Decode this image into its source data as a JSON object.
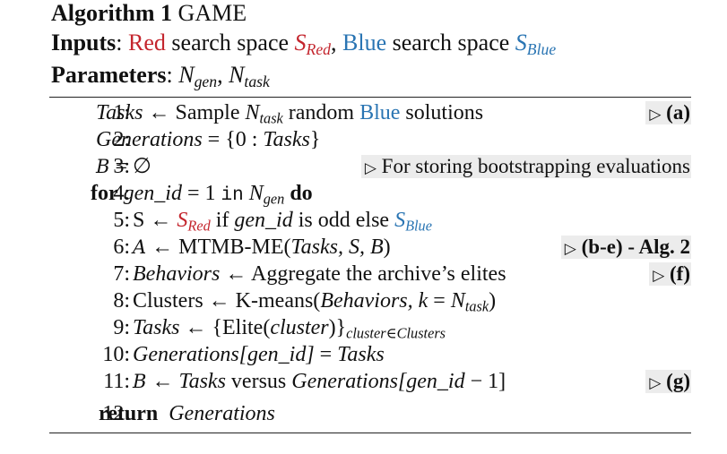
{
  "algorithm": {
    "label": "Algorithm 1",
    "name": "GAME"
  },
  "inputs": {
    "label": "Inputs",
    "red": "Red",
    "search_space": "search space",
    "s": "S",
    "red_sub": "Red",
    "blue": "Blue",
    "search_space2": "search space",
    "s2": "S",
    "blue_sub": "Blue"
  },
  "parameters": {
    "label": "Parameters",
    "n1": "N",
    "n1_sub": "gen",
    "n2": "N",
    "n2_sub": "task"
  },
  "lines": {
    "l1": {
      "num": "1:",
      "tasks": "Tasks",
      "arrow": "←",
      "sample": "Sample",
      "n": "N",
      "n_sub": "task",
      "random": "random",
      "blue": "Blue",
      "solutions": "solutions",
      "comment": "(a)"
    },
    "l2": {
      "num": "2:",
      "gens": "Generations",
      "eq": "= {0 :",
      "tasks": "Tasks",
      "close": "}"
    },
    "l3": {
      "num": "3:",
      "b": "B",
      "eq": "= ∅",
      "comment": "For storing bootstrapping evaluations"
    },
    "l4": {
      "num": "4:",
      "for": "for",
      "gen_id": "gen_id",
      "eq": "= 1",
      "in": "in",
      "n": "N",
      "n_sub": "gen",
      "do": "do"
    },
    "l5": {
      "num": "5:",
      "s": "S",
      "arrow": "←",
      "sred": "S",
      "sred_sub": "Red",
      "if": "if",
      "gen_id": "gen_id",
      "odd": "is odd else",
      "sblue": "S",
      "sblue_sub": "Blue"
    },
    "l6": {
      "num": "6:",
      "a": "A",
      "arrow": "←",
      "fn": "MTMB-ME(",
      "args": "Tasks, S, B",
      "close": ")",
      "comment": "(b-e) - Alg. 2"
    },
    "l7": {
      "num": "7:",
      "behaviors": "Behaviors",
      "arrow": "←",
      "text": "Aggregate the archive’s elites",
      "comment": "(f)"
    },
    "l8": {
      "num": "8:",
      "clusters": "Clusters",
      "arrow": "←",
      "fn": "K-means(",
      "behaviors": "Behaviors, k",
      "eq": "=",
      "n": "N",
      "n_sub": "task",
      "close": ")"
    },
    "l9": {
      "num": "9:",
      "tasks": "Tasks",
      "arrow": "←",
      "open": "{Elite(",
      "cluster": "cluster",
      "close": ")}",
      "sub": "cluster∈Clusters"
    },
    "l10": {
      "num": "10:",
      "gens": "Generations[gen_id]",
      "eq": "=",
      "tasks": "Tasks"
    },
    "l11": {
      "num": "11:",
      "b": "B",
      "arrow": "←",
      "tasks": "Tasks",
      "versus": "versus",
      "gens": "Generations[gen_id",
      "minus": "− 1]",
      "comment": "(g)"
    },
    "l12": {
      "num": "12:",
      "ret": "return",
      "gens": "Generations"
    }
  },
  "colors": {
    "red": "#c4262e",
    "blue": "#2a75b3",
    "comment_bg": "#ececec"
  }
}
